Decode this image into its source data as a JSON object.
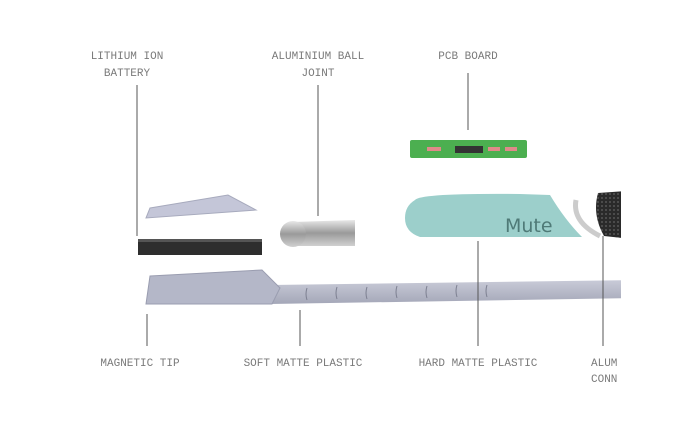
{
  "labels": {
    "battery_line1": "LITHIUM ION",
    "battery_line2": "BATTERY",
    "ball_line1": "ALUMINIUM BALL",
    "ball_line2": "JOINT",
    "pcb": "PCB BOARD",
    "magnetic_tip": "MAGNETIC TIP",
    "soft_plastic": "SOFT MATTE PLASTIC",
    "hard_plastic": "HARD MATTE PLASTIC",
    "connector_line1": "ALUM",
    "connector_line2": "CONN"
  },
  "product_text": "Mute",
  "colors": {
    "teal": "#9ccfcb",
    "pcb": "#4caf50",
    "strip": "#b9bccb",
    "battery": "#2e2e2e"
  }
}
